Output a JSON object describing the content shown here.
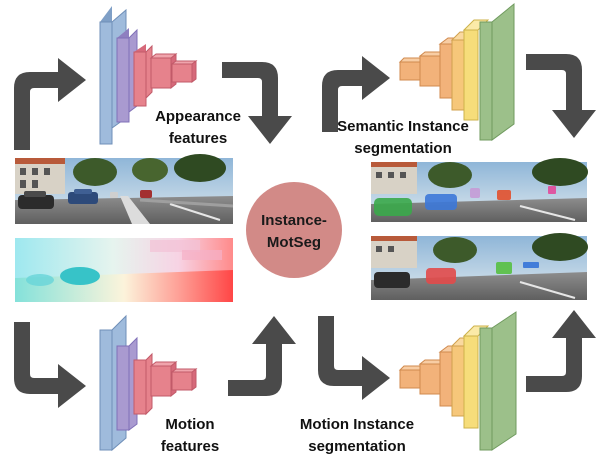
{
  "center_node": {
    "line1": "Instance-",
    "line2": "MotSeg"
  },
  "labels": {
    "appearance": {
      "line1": "Appearance",
      "line2": "features"
    },
    "semantic": {
      "line1": "Semantic Instance",
      "line2": "segmentation"
    },
    "motion": {
      "line1": "Motion",
      "line2": "features"
    },
    "motion_instance": {
      "line1": "Motion Instance",
      "line2": "segmentation"
    }
  },
  "images": {
    "input_rgb": "street-scene-rgb",
    "input_flow": "optical-flow-map",
    "semantic_output": "semantic-instance-mask-overlay",
    "motion_output": "motion-instance-mask-overlay"
  },
  "colors": {
    "arrow": "#4a4a4a",
    "center_fill": "#d28a87",
    "encoder_blue": "#9fbbdc",
    "encoder_purple": "#a99ad0",
    "encoder_red": "#e6828c",
    "decoder_orange": "#f2b27a",
    "decoder_yellow": "#f6dd7a",
    "decoder_green": "#9cc08a"
  }
}
